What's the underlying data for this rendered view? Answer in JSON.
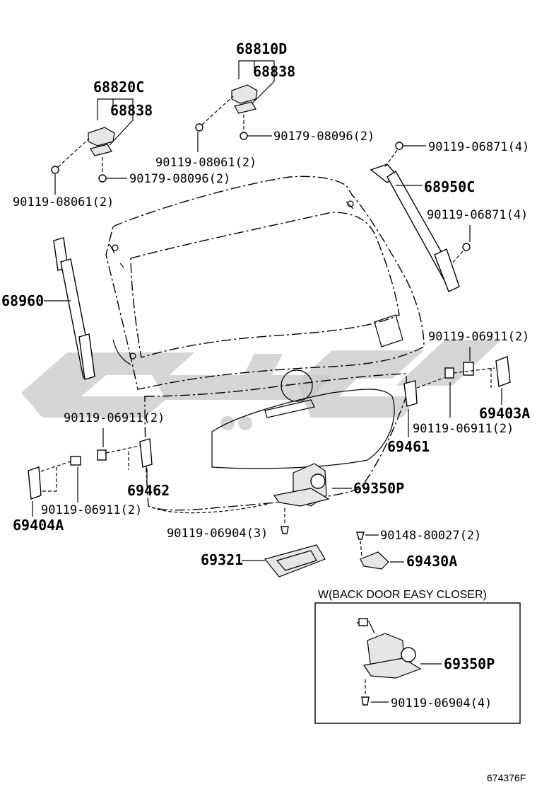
{
  "labels": {
    "p68810D": "68810D",
    "p68838_top": "68838",
    "p68820C": "68820C",
    "p68838_left": "68838",
    "s90179_top": "90179-08096(2)",
    "s90119_08061_mid": "90119-08061(2)",
    "s90179_left": "90179-08096(2)",
    "s90119_08061_left": "90119-08061(2)",
    "s90119_06871_top": "90119-06871(4)",
    "p68950C": "68950C",
    "s90119_06871_mid": "90119-06871(4)",
    "p68960": "68960",
    "s90119_06911_right_top": "90119-06911(2)",
    "p69403A": "69403A",
    "s90119_06911_right_bot": "90119-06911(2)",
    "p69461": "69461",
    "s90119_06911_left_top": "90119-06911(2)",
    "p69462": "69462",
    "p69350P_main": "69350P",
    "s90119_06911_left_bot": "90119-06911(2)",
    "p69404A": "69404A",
    "s90119_06904_main": "90119-06904(3)",
    "s90148": "90148-80027(2)",
    "p69321": "69321",
    "p69430A": "69430A",
    "inset_title": "W(BACK DOOR EASY CLOSER)",
    "p69350P_inset": "69350P",
    "s90119_06904_inset": "90119-06904(4)",
    "drawing_code": "674376F"
  }
}
